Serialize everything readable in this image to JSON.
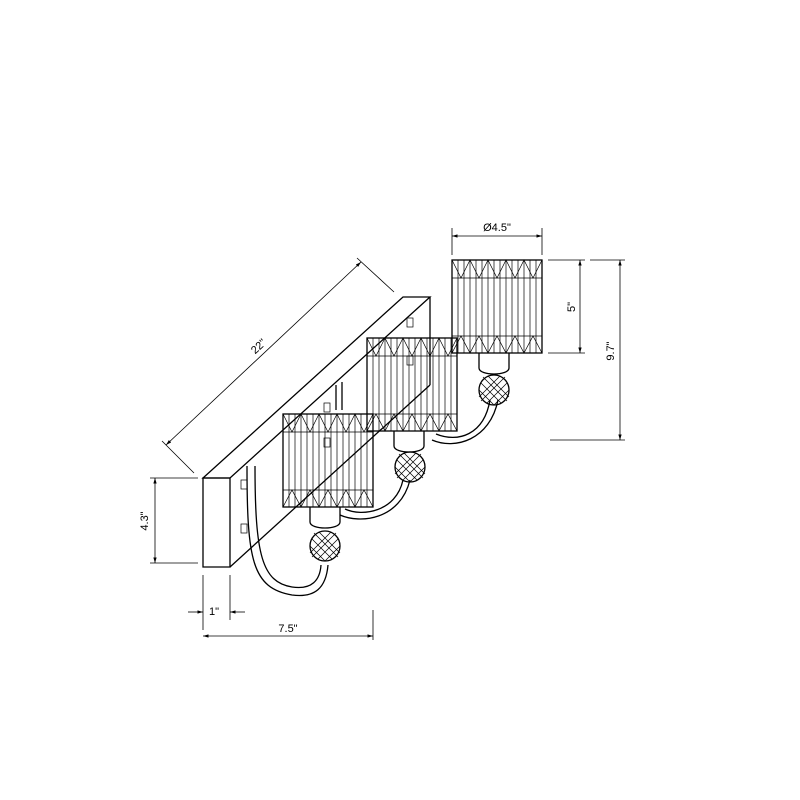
{
  "dimensions": {
    "diameter": "Ø4.5\"",
    "length": "22\"",
    "shade_height": "5\"",
    "total_height": "9.7\"",
    "backplate_height": "4.3\"",
    "backplate_depth": "1\"",
    "extension": "7.5\""
  }
}
